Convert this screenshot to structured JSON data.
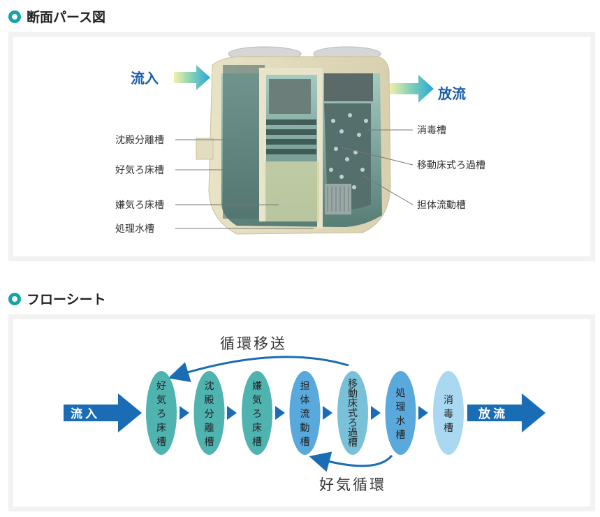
{
  "section1": {
    "title": "断面パース図",
    "inflow": "流入",
    "outflow": "放流",
    "left_labels": [
      "沈殿分離槽",
      "好気ろ床槽",
      "嫌気ろ床槽",
      "処理水槽"
    ],
    "right_labels": [
      "消毒槽",
      "移動床式ろ過槽",
      "担体流動槽"
    ]
  },
  "section2": {
    "title": "フローシート",
    "inflow": "流入",
    "outflow": "放流",
    "stages": [
      "好気ろ床槽",
      "沈殿分離槽",
      "嫌気ろ床槽",
      "担体流動槽",
      "移動床式ろ過槽",
      "処理水槽",
      "消毒槽"
    ],
    "loop_top": "循環移送",
    "loop_bottom": "好気循環"
  },
  "colors": {
    "accent": "#14a3a8",
    "flow_blue": "#1a6db5",
    "stage_teal": "#4fb3b0",
    "stage_light": "#a9d8f0"
  }
}
